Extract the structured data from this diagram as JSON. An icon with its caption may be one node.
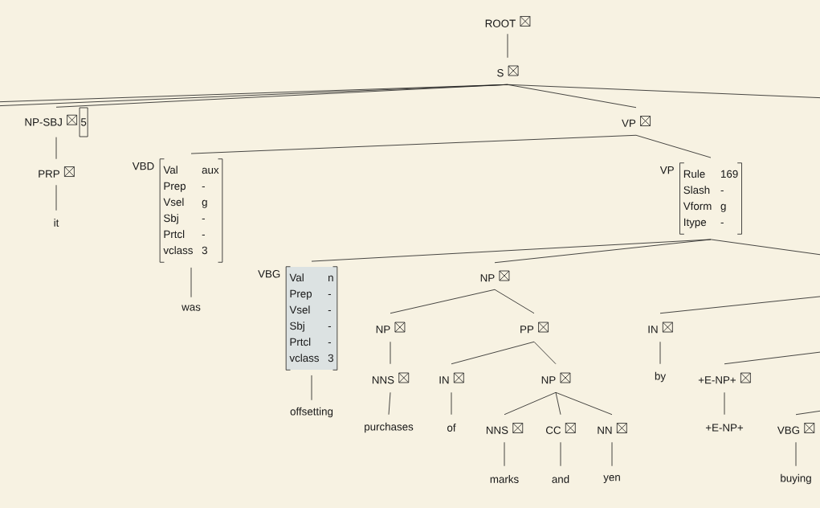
{
  "diagram": {
    "nodes": [
      {
        "text": [
          "ROOT"
        ]
      },
      {
        "text": [
          "S"
        ]
      },
      {
        "text": [
          "NP-SBJ",
          "5"
        ]
      },
      {
        "text": [
          "VP"
        ]
      },
      {
        "text": [
          "PRP"
        ]
      },
      {
        "text": [
          "it"
        ]
      },
      {
        "text": [
          "VBD",
          "Val",
          "aux",
          "Prep",
          "-",
          "Vsel",
          "g",
          "Sbj",
          "-",
          "Prtcl",
          "-",
          "vclass",
          "3"
        ]
      },
      {
        "text": [
          "VP",
          "Rule",
          "169",
          "Slash",
          "-",
          "Vform",
          "g",
          "Itype",
          "-"
        ]
      },
      {
        "text": [
          "was"
        ]
      },
      {
        "text": [
          "VBG",
          "Val",
          "n",
          "Prep",
          "-",
          "Vsel",
          "-",
          "Sbj",
          "-",
          "Prtcl",
          "-",
          "vclass",
          "3"
        ]
      },
      {
        "text": [
          "NP"
        ]
      },
      {
        "text": [
          "IN"
        ]
      },
      {
        "text": [
          "offsetting"
        ]
      },
      {
        "text": [
          "NP"
        ]
      },
      {
        "text": [
          "PP"
        ]
      },
      {
        "text": [
          "by"
        ]
      },
      {
        "text": [
          "+E-NP+"
        ]
      },
      {
        "text": [
          "NNS"
        ]
      },
      {
        "text": [
          "IN"
        ]
      },
      {
        "text": [
          "NP"
        ]
      },
      {
        "text": [
          "VBG"
        ]
      },
      {
        "text": [
          "purchases"
        ]
      },
      {
        "text": [
          "of"
        ]
      },
      {
        "text": [
          "NNS"
        ]
      },
      {
        "text": [
          "CC"
        ]
      },
      {
        "text": [
          "NN"
        ]
      },
      {
        "text": [
          "+E-NP+"
        ]
      },
      {
        "text": [
          "marks"
        ]
      },
      {
        "text": [
          "and"
        ]
      },
      {
        "text": [
          "yen"
        ]
      },
      {
        "text": [
          "buying"
        ]
      }
    ],
    "edges": [
      {
        "from": 0,
        "to": 1,
        "arrow": "none"
      },
      {
        "from": 1,
        "to": 2,
        "arrow": "none"
      },
      {
        "from": 1,
        "to": 3,
        "arrow": "none"
      },
      {
        "from": 1,
        "to": null,
        "arrow": "none"
      },
      {
        "from": 1,
        "to": null,
        "arrow": "none"
      },
      {
        "from": 1,
        "to": null,
        "arrow": "none"
      },
      {
        "from": 2,
        "to": 4,
        "arrow": "none"
      },
      {
        "from": 4,
        "to": 5,
        "arrow": "none"
      },
      {
        "from": 3,
        "to": 6,
        "arrow": "none"
      },
      {
        "from": 3,
        "to": 7,
        "arrow": "none"
      },
      {
        "from": 6,
        "to": 8,
        "arrow": "none"
      },
      {
        "from": 7,
        "to": 9,
        "arrow": "none"
      },
      {
        "from": 7,
        "to": 10,
        "arrow": "none"
      },
      {
        "from": 7,
        "to": null,
        "arrow": "none"
      },
      {
        "from": 9,
        "to": 12,
        "arrow": "none"
      },
      {
        "from": 10,
        "to": 13,
        "arrow": "none"
      },
      {
        "from": 10,
        "to": 14,
        "arrow": "none"
      },
      {
        "from": null,
        "to": 11,
        "arrow": "none"
      },
      {
        "from": 11,
        "to": 15,
        "arrow": "none"
      },
      {
        "from": null,
        "to": 16,
        "arrow": "none"
      },
      {
        "from": 13,
        "to": 17,
        "arrow": "none"
      },
      {
        "from": 14,
        "to": 18,
        "arrow": "none"
      },
      {
        "from": 14,
        "to": 19,
        "arrow": "none"
      },
      {
        "from": 16,
        "to": 26,
        "arrow": "none"
      },
      {
        "from": null,
        "to": 20,
        "arrow": "none"
      },
      {
        "from": 17,
        "to": 21,
        "arrow": "none"
      },
      {
        "from": 18,
        "to": 22,
        "arrow": "none"
      },
      {
        "from": 19,
        "to": 23,
        "arrow": "none"
      },
      {
        "from": 19,
        "to": 24,
        "arrow": "none"
      },
      {
        "from": 19,
        "to": 25,
        "arrow": "none"
      },
      {
        "from": 20,
        "to": 30,
        "arrow": "none"
      },
      {
        "from": 23,
        "to": 27,
        "arrow": "none"
      },
      {
        "from": 24,
        "to": 28,
        "arrow": "none"
      },
      {
        "from": 25,
        "to": 29,
        "arrow": "none"
      }
    ]
  }
}
